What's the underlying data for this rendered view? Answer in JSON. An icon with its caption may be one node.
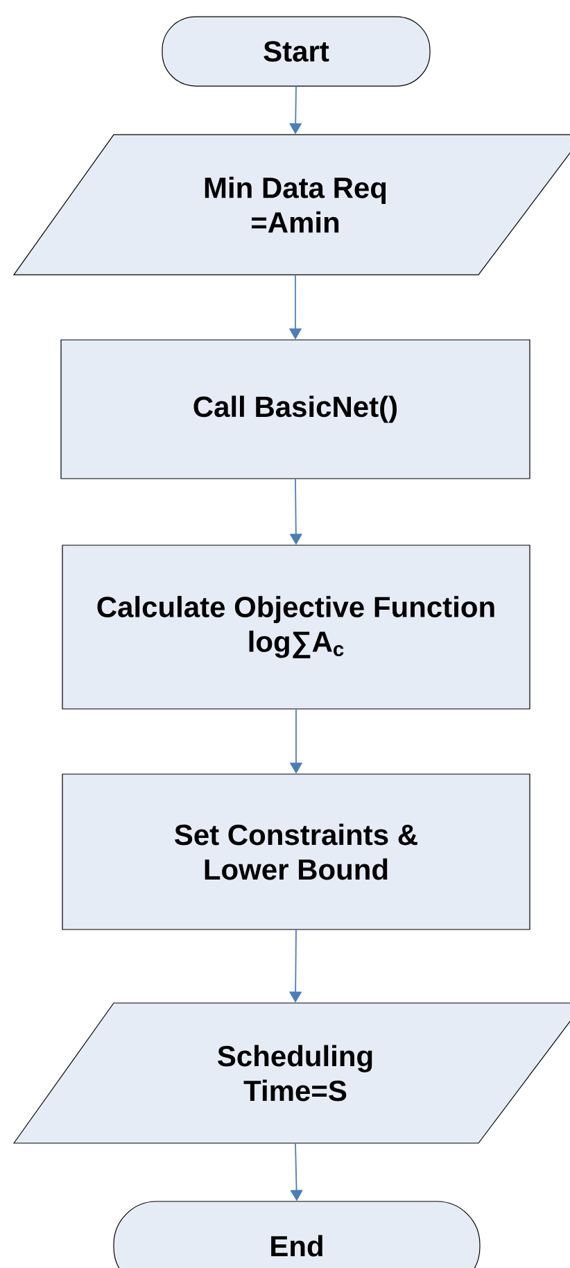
{
  "diagram": {
    "nodes": [
      {
        "text": [
          "Start"
        ]
      },
      {
        "text": [
          "Min Data Req =Amin"
        ]
      },
      {
        "text": [
          "Call BasicNet()"
        ]
      },
      {
        "text": [
          "Calculate Objective Function log∑A$_{c}$"
        ]
      },
      {
        "text": [
          "Set Constraints & Lower Bound"
        ]
      },
      {
        "text": [
          "Scheduling Time=S"
        ]
      },
      {
        "text": [
          "End"
        ]
      }
    ],
    "edges": [
      {
        "from": 0,
        "to": 1,
        "arrow": "to"
      },
      {
        "from": 1,
        "to": 2,
        "arrow": "to"
      },
      {
        "from": 2,
        "to": 3,
        "arrow": "to"
      },
      {
        "from": 3,
        "to": 4,
        "arrow": "to"
      },
      {
        "from": 4,
        "to": 5,
        "arrow": "to"
      },
      {
        "from": 5,
        "to": 6,
        "arrow": "to"
      }
    ]
  }
}
